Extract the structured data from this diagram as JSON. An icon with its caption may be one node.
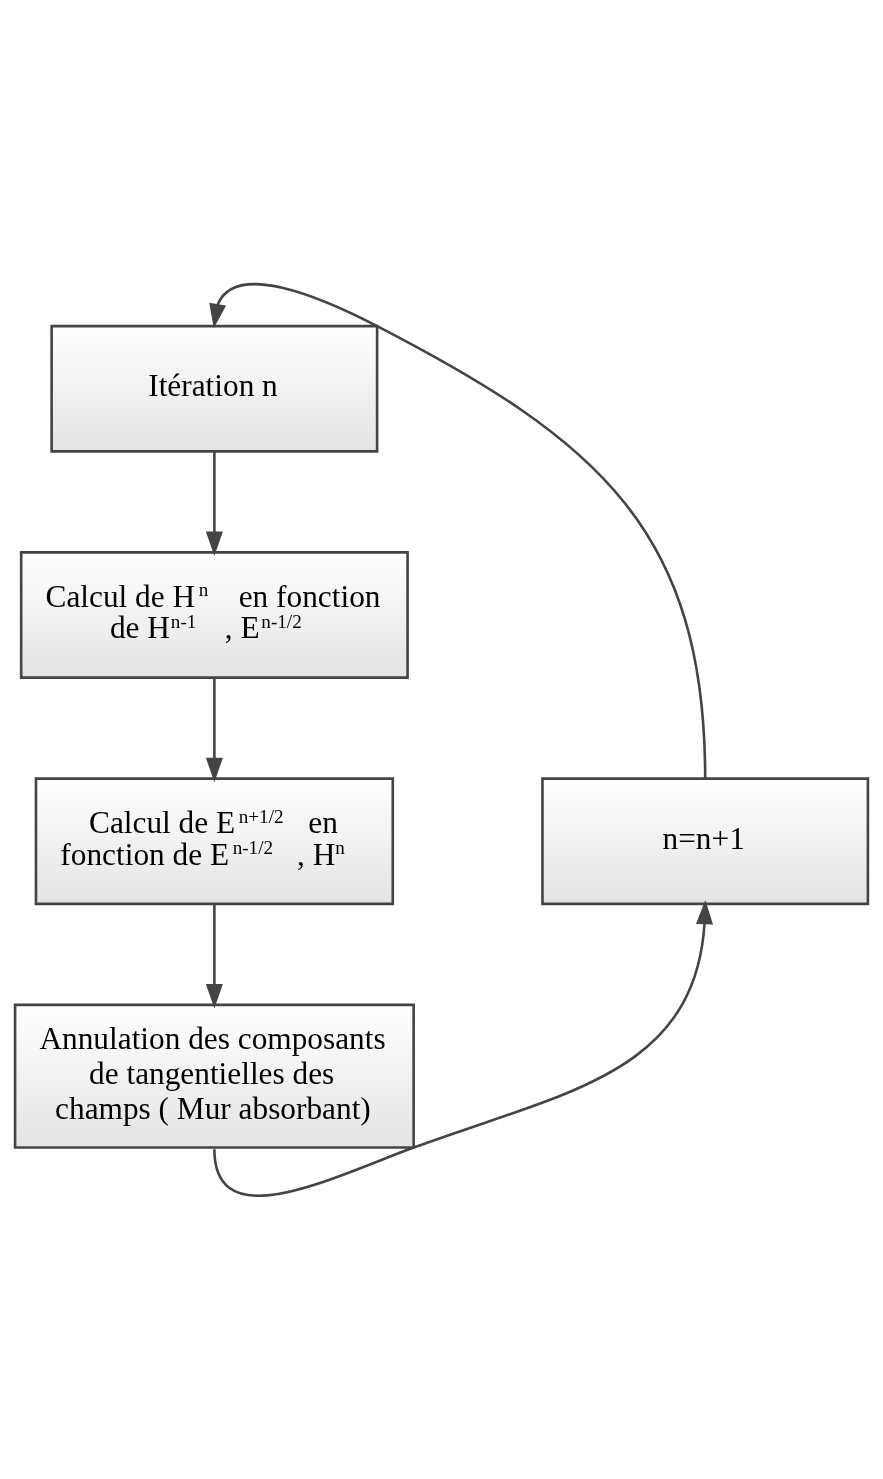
{
  "diagram": {
    "nodes": [
      {
        "text": [
          "Itération n"
        ]
      },
      {
        "text": [
          "Calcul de H$^{n}$ en fonction de H$^{n-1}$ , E$^{n-1/2}$"
        ]
      },
      {
        "text": [
          "Calcul de E$^{n+1/2}$ en fonction de E$^{n-1/2}$ , H$^{n}$"
        ]
      },
      {
        "text": [
          "Annulation des composants de tangentielles des champs ( Mur absorbant)"
        ]
      },
      {
        "text": [
          "n=n+1"
        ]
      }
    ],
    "edges": [
      {
        "from": 0,
        "to": 1,
        "arrow": "to"
      },
      {
        "from": 1,
        "to": 2,
        "arrow": "to"
      },
      {
        "from": 2,
        "to": 3,
        "arrow": "to"
      },
      {
        "from": 3,
        "to": 4,
        "arrow": "to"
      },
      {
        "from": 4,
        "to": 0,
        "arrow": "to"
      }
    ]
  }
}
